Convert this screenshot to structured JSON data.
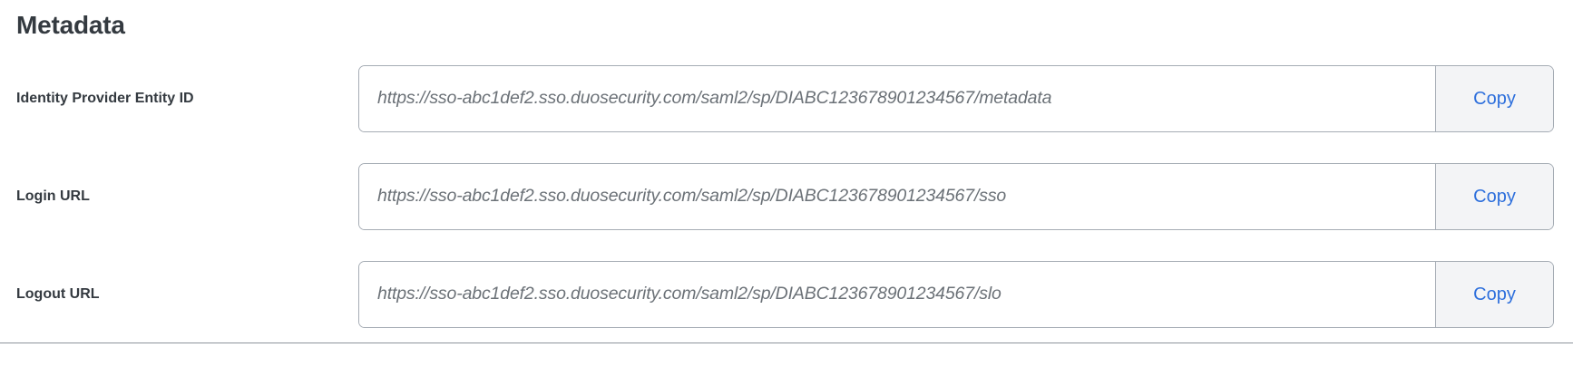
{
  "section": {
    "title": "Metadata"
  },
  "fields": [
    {
      "label": "Identity Provider Entity ID",
      "value": "https://sso-abc1def2.sso.duosecurity.com/saml2/sp/DIABC123678901234567/metadata",
      "copy_label": "Copy"
    },
    {
      "label": "Login URL",
      "value": "https://sso-abc1def2.sso.duosecurity.com/saml2/sp/DIABC123678901234567/sso",
      "copy_label": "Copy"
    },
    {
      "label": "Logout URL",
      "value": "https://sso-abc1def2.sso.duosecurity.com/saml2/sp/DIABC123678901234567/slo",
      "copy_label": "Copy"
    }
  ],
  "colors": {
    "heading_text": "#343a40",
    "label_text": "#343a40",
    "input_text": "#6b7177",
    "input_border": "#a5acb4",
    "copy_link": "#2d6fdc",
    "copy_background": "#f3f4f6",
    "page_background": "#ffffff",
    "divider": "#8d949c"
  }
}
